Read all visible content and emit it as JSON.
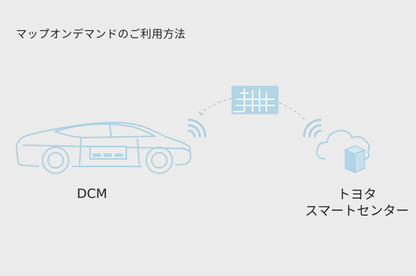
{
  "title": "マップオンデマンドのご利用方法",
  "car": {
    "label": "DCM"
  },
  "center": {
    "line1": "トヨタ",
    "line2": "スマートセンター"
  },
  "colors": {
    "background": "#ebebeb",
    "line": "#a9cfe2",
    "fill": "#b2d5e6",
    "dashed_arrow": "#b8c6cf",
    "text": "#222222"
  },
  "icons": {
    "car": "car-icon",
    "dcm_unit": "dcm-unit-icon",
    "map": "map-icon",
    "signal_car": "wifi-signal-icon",
    "signal_center": "wifi-signal-icon",
    "cloud": "cloud-icon",
    "server": "server-icon",
    "arrow": "dashed-arrow-icon"
  }
}
